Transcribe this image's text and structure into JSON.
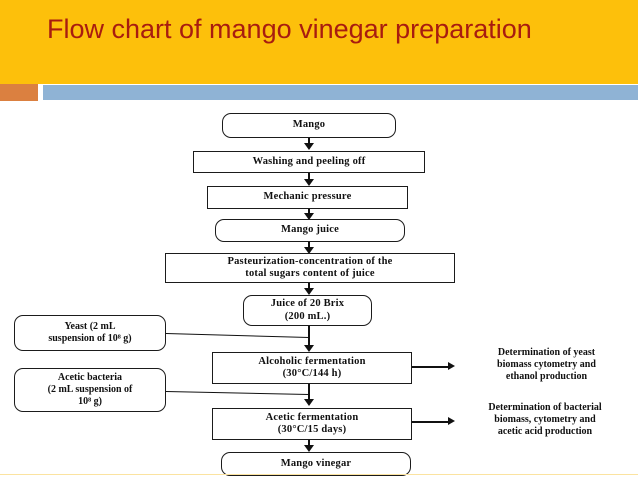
{
  "slide": {
    "title": "Flow chart of mango vinegar preparation",
    "theme": {
      "header_bg": "#FDC00B",
      "title_color": "#A81C10",
      "accent_orange": "#DB8040",
      "accent_blue": "#8FB3D5",
      "canvas_bg": "#FFFFFF",
      "node_border": "#1B1B1B",
      "node_text": "#111111"
    }
  },
  "chart_data": {
    "type": "diagram",
    "title": "Flow chart of mango vinegar preparation",
    "main_flow": [
      {
        "id": "mango",
        "label": "Mango",
        "shape": "rounded"
      },
      {
        "id": "washing",
        "label": "Washing and peeling off",
        "shape": "rect"
      },
      {
        "id": "mechanic",
        "label": "Mechanic pressure",
        "shape": "rect"
      },
      {
        "id": "mango-juice",
        "label": "Mango juice",
        "shape": "rounded"
      },
      {
        "id": "pasteurization",
        "label": "Pasteurization-concentration of the\ntotal sugars content of juice",
        "shape": "rect"
      },
      {
        "id": "juice-brix",
        "label": "Juice of 20 Brix\n(200 mL.)",
        "shape": "rounded"
      },
      {
        "id": "alcoholic-ferm",
        "label": "Alcoholic fermentation\n(30°C/144 h)",
        "shape": "rect"
      },
      {
        "id": "acetic-ferm",
        "label": "Acetic fermentation\n(30°C/15 days)",
        "shape": "rect"
      },
      {
        "id": "mango-vinegar",
        "label": "Mango vinegar",
        "shape": "rounded"
      }
    ],
    "inputs_left": [
      {
        "id": "yeast",
        "line1": "Yeast (2 mL",
        "line2": "suspension of 10",
        "exponent": "8",
        "line3": " g)",
        "target": "alcoholic-ferm"
      },
      {
        "id": "acetic-bacteria",
        "line1": "Acetic bacteria",
        "line2": "(2 mL suspension of",
        "exponent": "8",
        "line3": "10",
        "line4": " g)",
        "target": "acetic-ferm"
      }
    ],
    "outputs_right": [
      {
        "id": "yeast-determination",
        "label": "Determination of yeast\nbiomass cytometry and\nethanol production",
        "source": "alcoholic-ferm"
      },
      {
        "id": "bacterial-determination",
        "label": "Determination of bacterial\nbiomass, cytometry and\nacetic acid production",
        "source": "acetic-ferm"
      }
    ],
    "yeast_box_text": "Yeast (2 mL\nsuspension of 10⁸ g)",
    "acetic_box_text": "Acetic bacteria\n(2 mL suspension of\n10⁸ g)",
    "edges": [
      {
        "from": "mango",
        "to": "washing",
        "type": "arrow-down"
      },
      {
        "from": "washing",
        "to": "mechanic",
        "type": "arrow-down"
      },
      {
        "from": "mechanic",
        "to": "mango-juice",
        "type": "arrow-down"
      },
      {
        "from": "mango-juice",
        "to": "pasteurization",
        "type": "arrow-down"
      },
      {
        "from": "pasteurization",
        "to": "juice-brix",
        "type": "arrow-down"
      },
      {
        "from": "juice-brix",
        "to": "alcoholic-ferm",
        "type": "arrow-down"
      },
      {
        "from": "alcoholic-ferm",
        "to": "acetic-ferm",
        "type": "arrow-down"
      },
      {
        "from": "acetic-ferm",
        "to": "mango-vinegar",
        "type": "arrow-down"
      },
      {
        "from": "yeast",
        "to": "alcoholic-ferm",
        "type": "line"
      },
      {
        "from": "acetic-bacteria",
        "to": "acetic-ferm",
        "type": "line"
      },
      {
        "from": "alcoholic-ferm",
        "to": "yeast-determination",
        "type": "arrow-right"
      },
      {
        "from": "acetic-ferm",
        "to": "bacterial-determination",
        "type": "arrow-right"
      }
    ]
  }
}
